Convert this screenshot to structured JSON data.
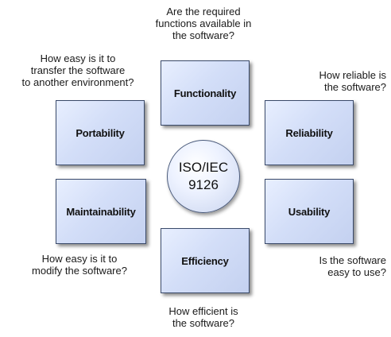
{
  "center": {
    "line1": "ISO/IEC",
    "line2": "9126"
  },
  "characteristics": {
    "functionality": {
      "label": "Functionality",
      "question": [
        "Are the required",
        "functions available in",
        "the software?"
      ]
    },
    "reliability": {
      "label": "Reliability",
      "question": [
        "How reliable is",
        "the software?"
      ]
    },
    "usability": {
      "label": "Usability",
      "question": [
        "Is the software",
        "easy to use?"
      ]
    },
    "efficiency": {
      "label": "Efficiency",
      "question": [
        "How efficient is",
        "the software?"
      ]
    },
    "maintainability": {
      "label": "Maintainability",
      "question": [
        "How easy is it to",
        "modify the software?"
      ]
    },
    "portability": {
      "label": "Portability",
      "question": [
        "How easy is it to",
        "transfer the software",
        "to another environment?"
      ]
    }
  }
}
